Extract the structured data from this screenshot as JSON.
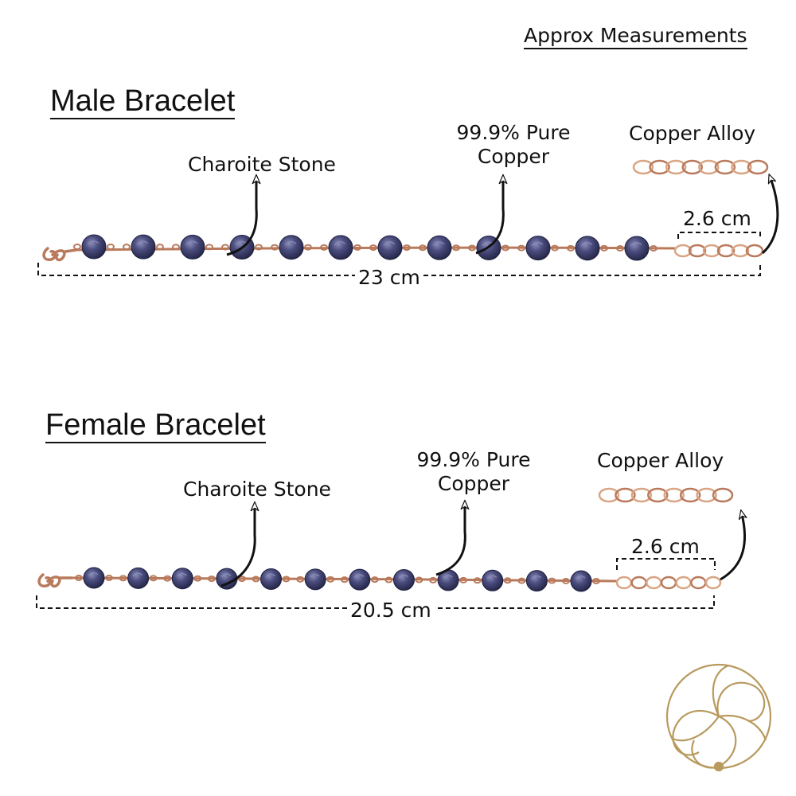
{
  "header": {
    "text": "Approx Measurements"
  },
  "bracelets": [
    {
      "title": "Male Bracelet",
      "stone_label": "Charoite Stone",
      "copper_label": [
        "99.9% Pure",
        "Copper"
      ],
      "alloy_label": "Copper Alloy",
      "extender_length": "2.6 cm",
      "total_length": "23 cm",
      "bead_count": 12
    },
    {
      "title": "Female Bracelet",
      "stone_label": "Charoite Stone",
      "copper_label": [
        "99.9% Pure",
        "Copper"
      ],
      "alloy_label": "Copper Alloy",
      "extender_length": "2.6 cm",
      "total_length": "20.5 cm",
      "bead_count": 12
    }
  ],
  "colors": {
    "bead": "#3d3f6e",
    "bead_highlight": "#8b8db8",
    "copper": "#b97a5c",
    "copper_light": "#d9a585",
    "text": "#111111",
    "logo_gold": "#b89a5e"
  },
  "icons": {
    "logo": "spiral-triskele-logo"
  }
}
